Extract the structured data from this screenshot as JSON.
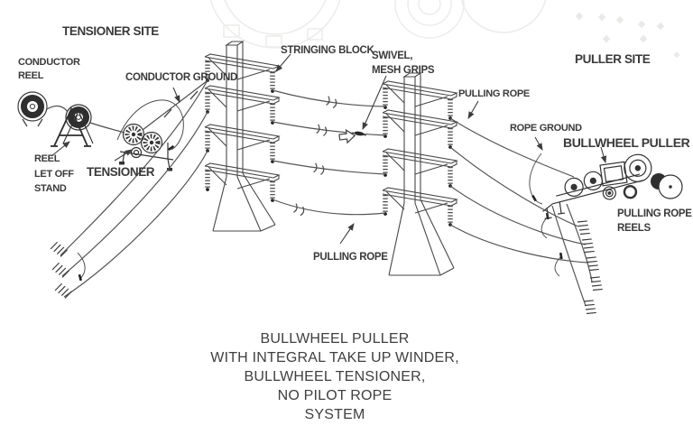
{
  "colors": {
    "background": "#ffffff",
    "ink": "#474747",
    "dark": "#2f2f2f",
    "text": "#3a3a3a",
    "watermark": "#ececea"
  },
  "labels": {
    "tensioner_site": "TENSIONER SITE",
    "conductor_reel": [
      "CONDUCTOR",
      "REEL"
    ],
    "conductor_ground": "CONDUCTOR GROUND",
    "reel_let_off_stand": [
      "REEL",
      "LET OFF",
      "STAND"
    ],
    "tensioner": "TENSIONER",
    "stringing_block": "STRINGING BLOCK",
    "swivel_mesh_grips": [
      "SWIVEL,",
      "MESH GRIPS"
    ],
    "puller_site": "PULLER SITE",
    "pulling_rope_right": "PULLING ROPE",
    "rope_ground": "ROPE GROUND",
    "bullwheel_puller": "BULLWHEEL PULLER",
    "pulling_rope_reels": [
      "PULLING ROPE",
      "REELS"
    ],
    "pulling_rope_bottom": "PULLING ROPE"
  },
  "caption": {
    "lines": [
      "BULLWHEEL PULLER",
      "WITH INTEGRAL TAKE UP WINDER,",
      "BULLWHEEL TENSIONER,",
      "NO PILOT ROPE",
      "SYSTEM"
    ]
  }
}
